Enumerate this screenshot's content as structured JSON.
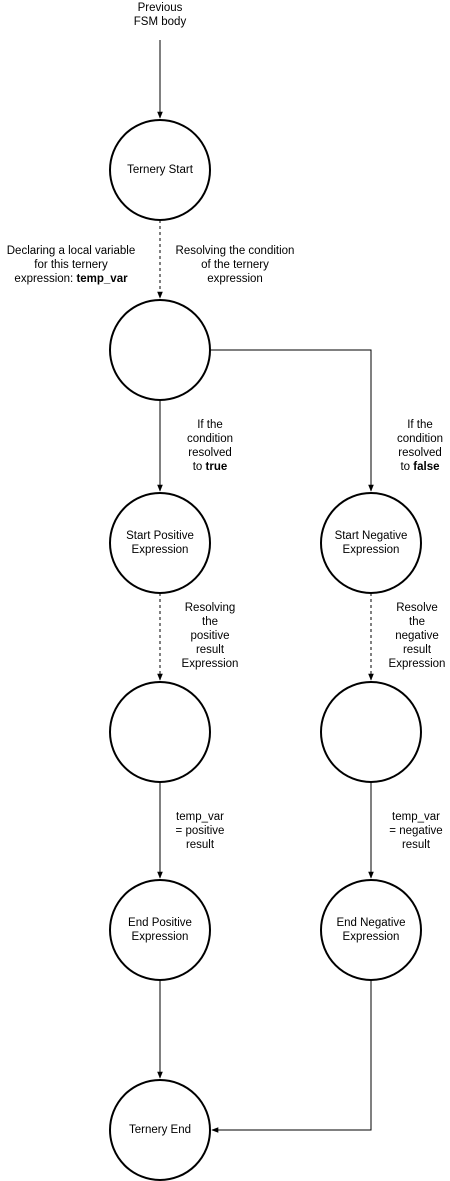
{
  "nodes": {
    "previous": {
      "line1": "Previous",
      "line2": "FSM body"
    },
    "ternery_start": "Ternery Start",
    "condition": "",
    "start_positive": {
      "line1": "Start Positive",
      "line2": "Expression"
    },
    "start_negative": {
      "line1": "Start Negative",
      "line2": "Expression"
    },
    "positive_result": "",
    "negative_result": "",
    "end_positive": {
      "line1": "End Positive",
      "line2": "Expression"
    },
    "end_negative": {
      "line1": "End Negative",
      "line2": "Expression"
    },
    "ternery_end": "Ternery End"
  },
  "edge_labels": {
    "declare": {
      "line1": "Declaring a local variable",
      "line2": "for this ternery",
      "line3_prefix": "expression: ",
      "line3_bold": "temp_var"
    },
    "resolve_condition": {
      "line1": "Resolving the condition",
      "line2": "of the ternery",
      "line3": "expression"
    },
    "if_true": {
      "line1": "If the",
      "line2": "condition",
      "line3": "resolved",
      "line4_prefix": "to ",
      "line4_bold": "true"
    },
    "if_false": {
      "line1": "If the",
      "line2": "condition",
      "line3": "resolved",
      "line4_prefix": "to ",
      "line4_bold": "false"
    },
    "resolve_positive": {
      "line1": "Resolving",
      "line2": "the",
      "line3": "positive",
      "line4": "result",
      "line5": "Expression"
    },
    "resolve_negative": {
      "line1": "Resolve",
      "line2": "the",
      "line3": "negative",
      "line4": "result",
      "line5": "Expression"
    },
    "assign_positive": {
      "line1": "temp_var",
      "line2": "= positive",
      "line3": "result"
    },
    "assign_negative": {
      "line1": "temp_var",
      "line2": "= negative",
      "line3": "result"
    }
  },
  "colors": {
    "stroke": "#000000",
    "background": "#ffffff"
  }
}
